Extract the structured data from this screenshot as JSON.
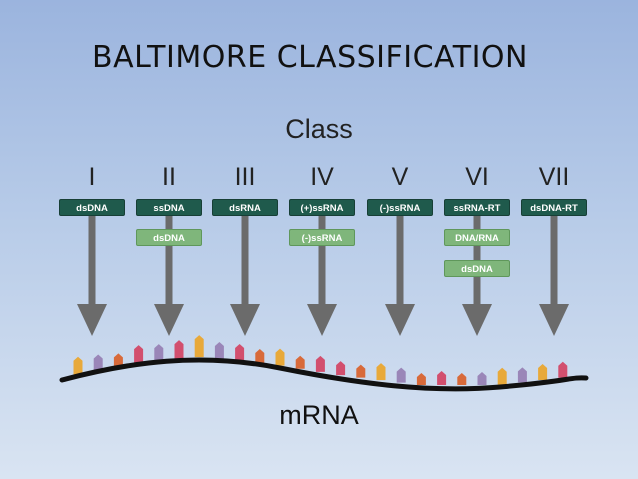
{
  "title": "BALTIMORE CLASSIFICATION",
  "heading": "Class",
  "bottom_label": "mRNA",
  "colors": {
    "dark_box": "#1f5a4c",
    "light_box": "#7fb67b",
    "arrow": "#6b6b6b",
    "strand": "#111111",
    "nucleotides": [
      "#e8a93a",
      "#9a86b8",
      "#d86a3a",
      "#d24f6e"
    ]
  },
  "classes": [
    {
      "numeral": "I",
      "boxes": [
        {
          "label": "dsDNA",
          "style": "dark"
        }
      ]
    },
    {
      "numeral": "II",
      "boxes": [
        {
          "label": "ssDNA",
          "style": "dark"
        },
        {
          "label": "dsDNA",
          "style": "light"
        }
      ]
    },
    {
      "numeral": "III",
      "boxes": [
        {
          "label": "dsRNA",
          "style": "dark"
        }
      ]
    },
    {
      "numeral": "IV",
      "boxes": [
        {
          "label": "(+)ssRNA",
          "style": "dark"
        },
        {
          "label": "(-)ssRNA",
          "style": "light"
        }
      ]
    },
    {
      "numeral": "V",
      "boxes": [
        {
          "label": "(-)ssRNA",
          "style": "dark"
        }
      ]
    },
    {
      "numeral": "VI",
      "boxes": [
        {
          "label": "ssRNA-RT",
          "style": "dark"
        },
        {
          "label": "DNA/RNA",
          "style": "light"
        },
        {
          "label": "dsDNA",
          "style": "light"
        }
      ]
    },
    {
      "numeral": "VII",
      "boxes": [
        {
          "label": "dsDNA-RT",
          "style": "dark"
        }
      ]
    }
  ]
}
